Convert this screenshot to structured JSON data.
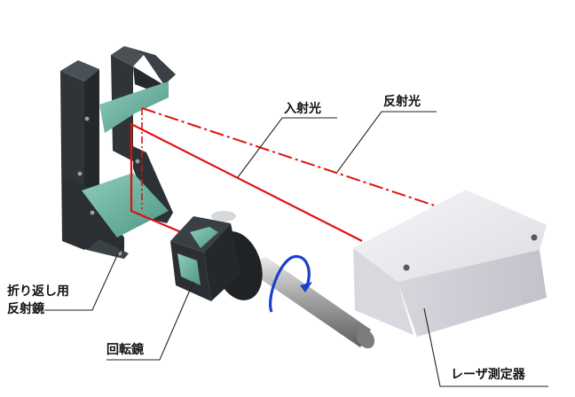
{
  "labels": {
    "incident_light": "入射光",
    "reflected_light": "反射光",
    "fold_mirror_line1": "折り返し用",
    "fold_mirror_line2": "反射鏡",
    "rotating_mirror": "回転鏡",
    "laser_sensor": "レーザ測定器"
  },
  "colors": {
    "frame": "#2f3438",
    "mirror": "#6fb3a0",
    "beam": "#e01010",
    "device": "#e9e9ee",
    "rotation_arrow": "#1a3fcc",
    "leader": "#222222"
  }
}
